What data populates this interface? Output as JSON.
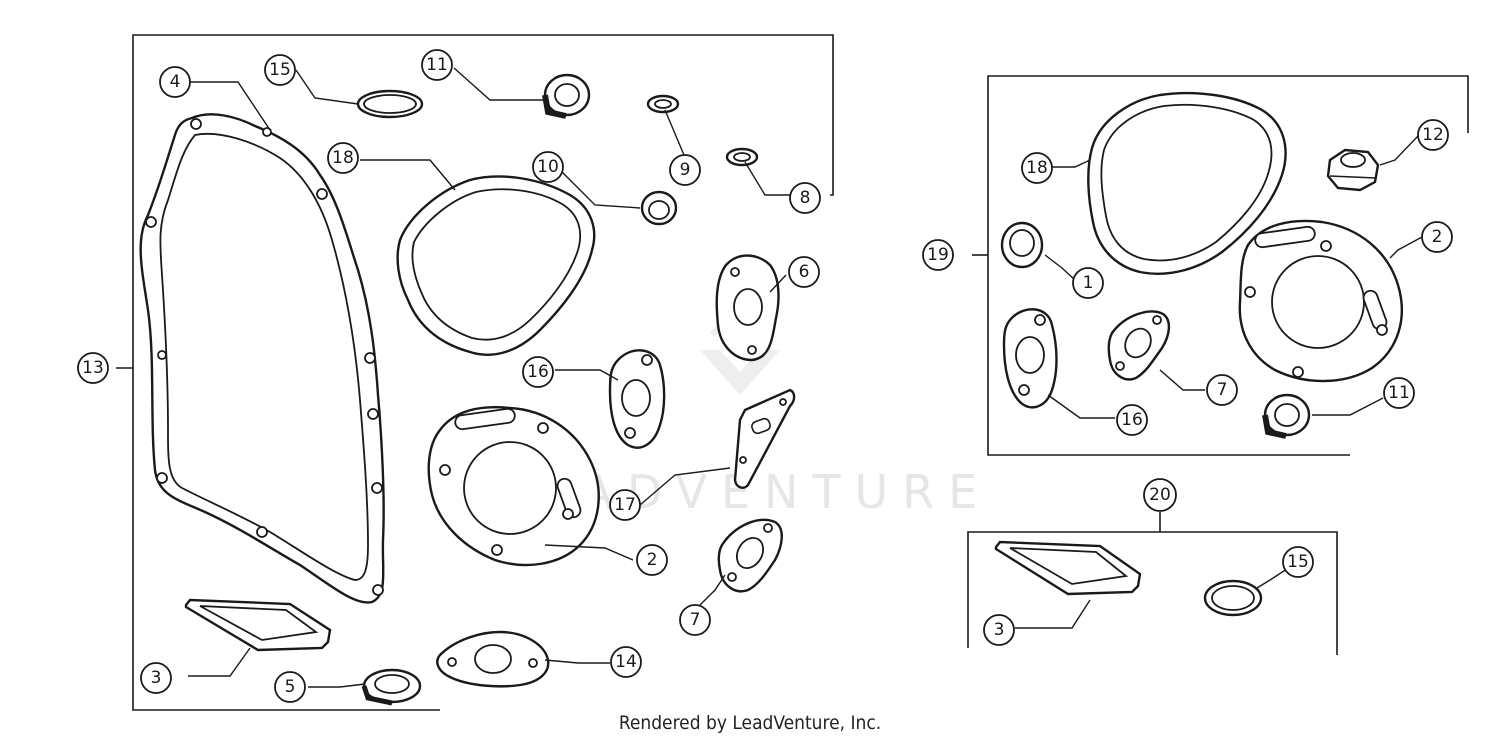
{
  "watermark": "LEADVENTURE",
  "footer": "Rendered by LeadVenture, Inc.",
  "callouts": {
    "c13": "13",
    "c4": "4",
    "c15a": "15",
    "c11a": "11",
    "c9": "9",
    "c8": "8",
    "c18a": "18",
    "c10": "10",
    "c6": "6",
    "c16a": "16",
    "c17": "17",
    "c2a": "2",
    "c7a": "7",
    "c14": "14",
    "c3a": "3",
    "c5": "5",
    "c19": "19",
    "c18b": "18",
    "c12": "12",
    "c2b": "2",
    "c1": "1",
    "c16b": "16",
    "c7b": "7",
    "c11b": "11",
    "c20": "20",
    "c3b": "3",
    "c15b": "15"
  }
}
